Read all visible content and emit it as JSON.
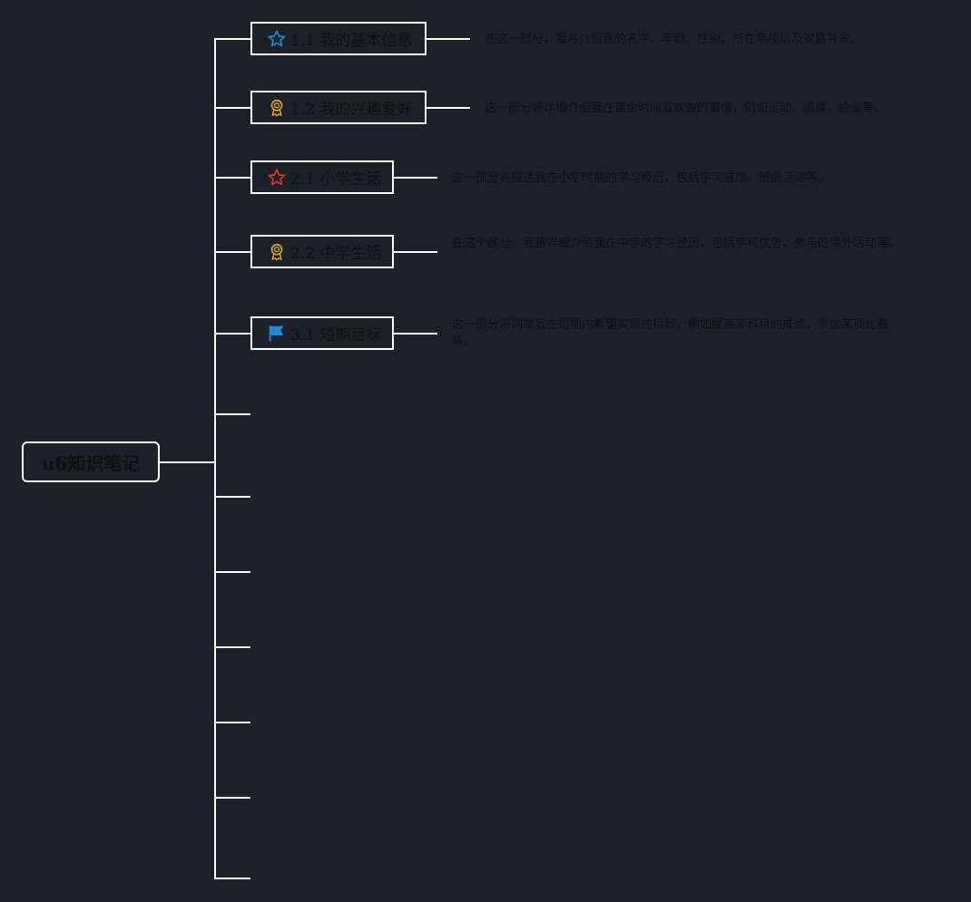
{
  "root": {
    "label": "u6知识笔记"
  },
  "topics": [
    {
      "label": "1.1 我的基本信息",
      "icon": "star-outline-icon",
      "icon_color": "#1a8fd6",
      "note": "在这一部分，我将介绍我的名字、年龄、性别、所在学校以及家庭背景。"
    },
    {
      "label": "1.2 我的兴趣爱好",
      "icon": "award-medal-icon",
      "icon_color": "#e0a21a",
      "note": "这一部分将详细介绍我在课余时间喜欢做的事情，例如运动、阅读、绘画等。"
    },
    {
      "label": "2.1 小学生活",
      "icon": "star-outline-icon",
      "icon_color": "#d93a2b",
      "note": "这一部分将描述我在小学时期的学习经历，包括学习成绩、班级活动等。"
    },
    {
      "label": "2.2 中学生活",
      "icon": "award-medal-icon",
      "icon_color": "#e0a21a",
      "note": "在这个部分，我将详细介绍我在中学的学习经历，包括学科优势、参与的课外活动等。"
    },
    {
      "label": "3.1 短期目标",
      "icon": "flag-icon",
      "icon_color": "#1a8fd6",
      "note": "这一部分将列举我在短期内希望实现的目标，例如提高某科目的成绩、参加某项比赛等。"
    }
  ],
  "empty_branch_count": 7
}
